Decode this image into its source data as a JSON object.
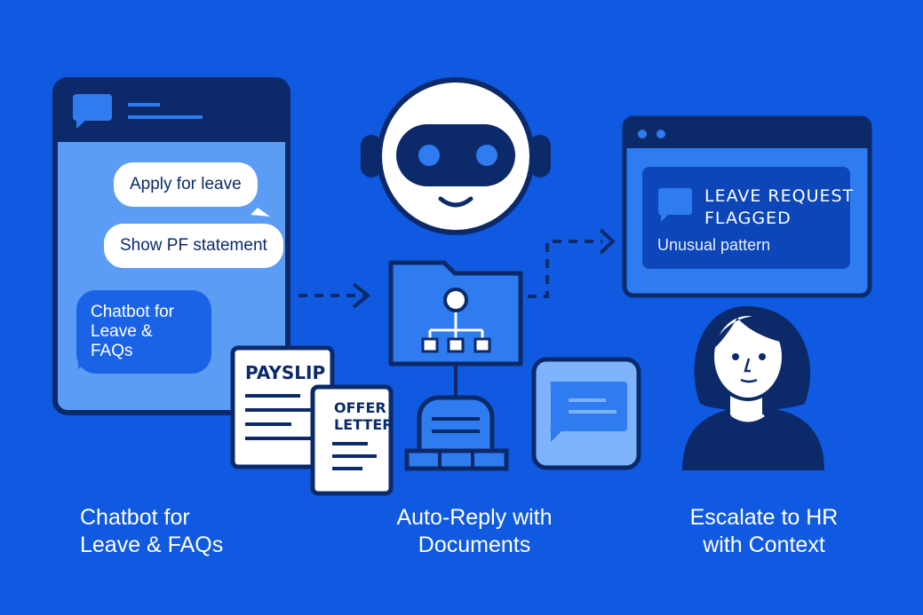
{
  "chatbot_panel": {
    "messages": [
      "Apply for leave",
      "Show PF statement"
    ],
    "bot_message": "Chatbot for\nLeave & FAQs"
  },
  "documents": {
    "payslip": "PAYSLIP",
    "offer_letter": "OFFER\nLETTER"
  },
  "alert_window": {
    "title": "LEAVE REQUEST\nFLAGGED",
    "subtitle": "Unusual pattern"
  },
  "captions": {
    "left": "Chatbot for\nLeave & FAQs",
    "middle": "Auto-Reply with\nDocuments",
    "right": "Escalate to HR\nwith Context"
  },
  "colors": {
    "background": "#0f5ae0",
    "navy": "#0c2a6a",
    "light_blue": "#5b9cf5",
    "white": "#ffffff"
  }
}
